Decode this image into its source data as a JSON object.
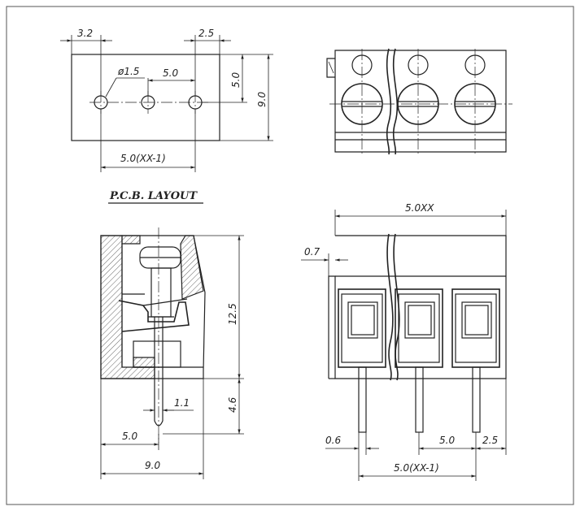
{
  "pcb_layout": {
    "title": "P.C.B. LAYOUT",
    "dim_edge_to_hole": "3.2",
    "dim_hole_to_edge": "2.5",
    "dim_hole_diameter": "ø1.5",
    "dim_pitch": "5.0",
    "dim_hole_height": "5.0",
    "dim_total_height": "9.0",
    "dim_span": "5.0(XX-1)"
  },
  "side_view": {
    "dim_body_height": "12.5",
    "dim_pin_length": "4.6",
    "dim_pin_width": "1.1",
    "dim_pin_offset": "5.0",
    "dim_total_depth": "9.0"
  },
  "front_view": {
    "dim_total_width": "5.0XX",
    "dim_offset": "0.7",
    "dim_pin_thickness": "0.6",
    "dim_pitch": "5.0",
    "dim_edge": "2.5",
    "dim_span": "5.0(XX-1)"
  },
  "colors": {
    "line": "#222222",
    "frame": "#555555",
    "background": "#ffffff"
  }
}
